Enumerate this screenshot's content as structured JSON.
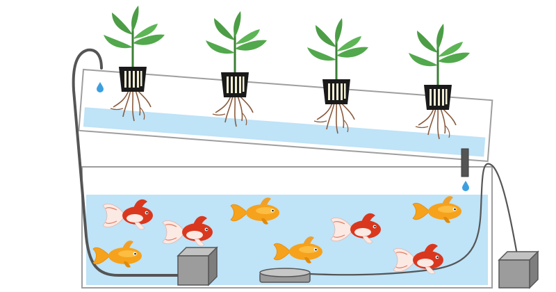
{
  "diagram": {
    "type": "aquaponics-illustration",
    "components": {
      "grow_bed": "grow-bed",
      "fish_tank": "fish-tank",
      "plants": [
        "plant-1",
        "plant-2",
        "plant-3",
        "plant-4"
      ],
      "fish": [
        "goldfish-1",
        "goldfish-2",
        "goldfish-3",
        "goldfish-4",
        "goldfish-5",
        "goldfish-6",
        "goldfish-7",
        "goldfish-8"
      ],
      "pump": "water-pump",
      "air_stone": "air-stone",
      "external_pump": "external-air-pump",
      "pipes": [
        "feed-pipe",
        "return-pipe",
        "air-tube"
      ],
      "drips": [
        "drip-grow-bed",
        "drip-return"
      ]
    },
    "colors": {
      "water": "#bfe3f7",
      "tank_outline": "#9e9e9e",
      "leaf": "#52a84c",
      "leaf_dark": "#3b7f36",
      "pot": "#1a1a1a",
      "root": "#8a5a3c",
      "pipe": "#555555",
      "fish_orange": "#f6a21c",
      "fish_red": "#d9381e",
      "box": "#8c8c8c",
      "drip": "#3d9fe0"
    }
  }
}
